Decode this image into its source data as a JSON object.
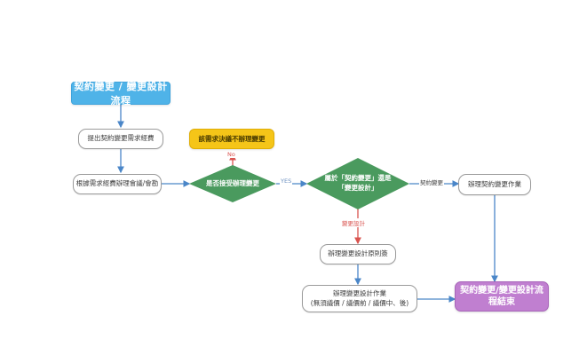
{
  "diagram": {
    "type": "flowchart",
    "title": "契約變更 / 變更設計流程",
    "background_color": "#ffffff",
    "colors": {
      "start": "#4fb3e8",
      "process": "#ffffff",
      "note": "#f5c518",
      "decision": "#4a9a5e",
      "end": "#c07fd0",
      "edge": "#4a86c8",
      "edge_red": "#d9534f"
    },
    "nodes": {
      "start": {
        "label": "契約變更 / 變更設計流程",
        "shape": "rounded-rect",
        "color": "#4fb3e8"
      },
      "request": {
        "label": "提出契約變更需求經費",
        "shape": "rounded-rect",
        "color": "#ffffff"
      },
      "meeting": {
        "label": "根據需求經費辦理會議/會勘",
        "shape": "rounded-rect",
        "color": "#ffffff"
      },
      "note_reject": {
        "label": "該需求決議不辦理變更",
        "shape": "rounded-rect",
        "color": "#f5c518"
      },
      "decision_accept": {
        "label": "是否接受辦理變更",
        "shape": "diamond",
        "color": "#4a9a5e"
      },
      "decision_type": {
        "label_line1": "屬於「契約變更」還是",
        "label_line2": "「變更設計」",
        "shape": "diamond",
        "color": "#4a9a5e"
      },
      "contract_change_work": {
        "label": "辦理契約變更作業",
        "shape": "rounded-rect",
        "color": "#ffffff"
      },
      "design_principle": {
        "label": "辦理變更設計原則簽",
        "shape": "rounded-rect",
        "color": "#ffffff"
      },
      "design_work": {
        "label_line1": "辦理變更設計作業",
        "label_line2": "(無須議價 / 議價前 / 議價中、後)",
        "shape": "rounded-rect",
        "color": "#ffffff"
      },
      "end": {
        "label_line1": "契約變更/變更設計流",
        "label_line2": "程結束",
        "shape": "rounded-rect",
        "color": "#c07fd0"
      }
    },
    "edges": {
      "no_label": "No",
      "yes_label": "YES",
      "contract_change_label": "契約變更",
      "design_change_label": "變更設計"
    }
  }
}
